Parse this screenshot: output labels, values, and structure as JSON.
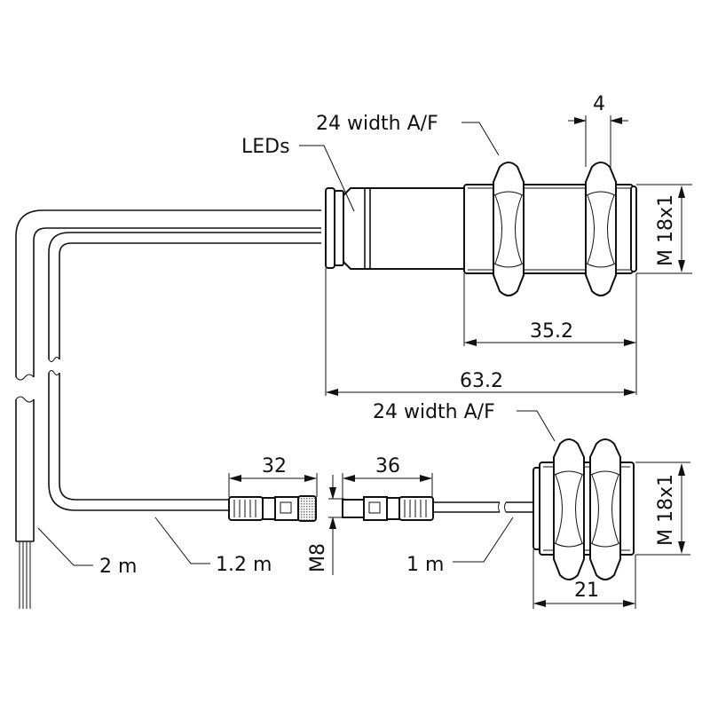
{
  "title": "Sensor dimensional drawing",
  "labels": {
    "leds": "LEDs",
    "af_top": "24 width A/F",
    "af_bottom": "24 width A/F",
    "nut_width": "4",
    "thread_top": "M 18x1",
    "thread_bottom": "M 18x1",
    "len_thread": "35.2",
    "len_total": "63.2",
    "connector_female": "32",
    "connector_male": "36",
    "connector_thread": "M8",
    "cable_2m": "2 m",
    "cable_1_2m": "1.2 m",
    "cable_1m": "1 m",
    "len_short": "21"
  },
  "colors": {
    "line": "#111111",
    "knurl": "#888888"
  }
}
